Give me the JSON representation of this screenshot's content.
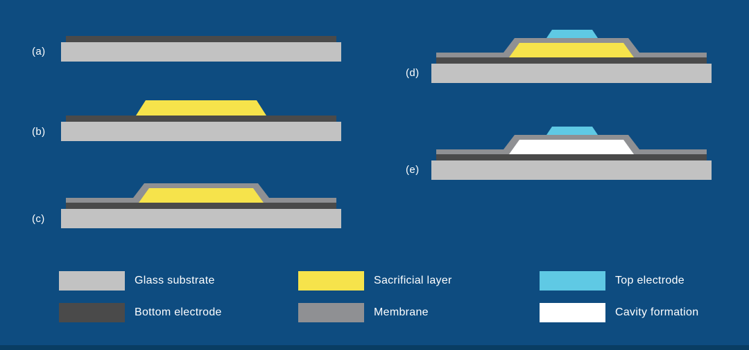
{
  "figure_type": "process-flow-cross-section-diagram",
  "colors": {
    "background": "#0e4c80",
    "footer_bar": "#093d63",
    "text": "#ffffff",
    "glass_substrate": "#c2c2c2",
    "bottom_electrode": "#4a4a4a",
    "sacrificial_layer": "#f6e34b",
    "membrane": "#8f9093",
    "top_electrode": "#5fc9e4",
    "cavity": "#ffffff"
  },
  "panels": [
    {
      "id": "a",
      "label": "(a)",
      "layers": [
        "glass_substrate",
        "bottom_electrode"
      ]
    },
    {
      "id": "b",
      "label": "(b)",
      "layers": [
        "glass_substrate",
        "bottom_electrode",
        "sacrificial_layer"
      ]
    },
    {
      "id": "c",
      "label": "(c)",
      "layers": [
        "glass_substrate",
        "bottom_electrode",
        "sacrificial_layer",
        "membrane"
      ]
    },
    {
      "id": "d",
      "label": "(d)",
      "layers": [
        "glass_substrate",
        "bottom_electrode",
        "sacrificial_layer",
        "membrane",
        "top_electrode"
      ]
    },
    {
      "id": "e",
      "label": "(e)",
      "layers": [
        "glass_substrate",
        "bottom_electrode",
        "cavity",
        "membrane",
        "top_electrode"
      ]
    }
  ],
  "legend": {
    "items": [
      {
        "label": "Glass substrate",
        "color": "#c2c2c2"
      },
      {
        "label": "Bottom electrode",
        "color": "#4a4a4a"
      },
      {
        "label": "Sacrificial layer",
        "color": "#f6e34b"
      },
      {
        "label": "Membrane",
        "color": "#8f9093"
      },
      {
        "label": "Top electrode",
        "color": "#5fc9e4"
      },
      {
        "label": "Cavity formation",
        "color": "#ffffff"
      }
    ]
  }
}
